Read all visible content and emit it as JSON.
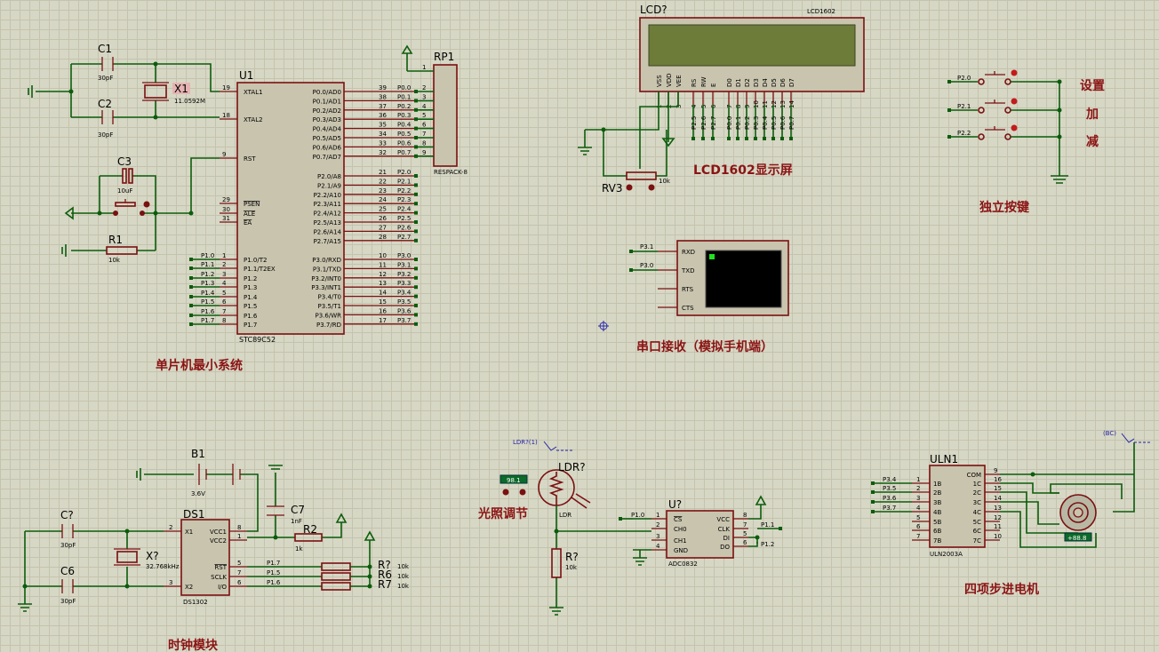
{
  "section_titles": {
    "mcu": "单片机最小系统",
    "lcd": "LCD1602显示屏",
    "keys": "独立按键",
    "serial": "串口接收（模拟手机端）",
    "light": "光照调节",
    "clock": "时钟模块",
    "motor": "四项步进电机"
  },
  "key_labels": [
    "设置",
    "加",
    "减"
  ],
  "mcu": {
    "ref": "U1",
    "part": "STC89C52",
    "left_pins": [
      {
        "num": "19",
        "name": "XTAL1"
      },
      {
        "num": "18",
        "name": "XTAL2"
      },
      {
        "num": "9",
        "name": "RST"
      },
      {
        "num": "29",
        "name": "PSEN"
      },
      {
        "num": "30",
        "name": "ALE"
      },
      {
        "num": "31",
        "name": "EA"
      },
      {
        "num": "1",
        "name": "P1.0/T2"
      },
      {
        "num": "2",
        "name": "P1.1/T2EX"
      },
      {
        "num": "3",
        "name": "P1.2"
      },
      {
        "num": "4",
        "name": "P1.3"
      },
      {
        "num": "5",
        "name": "P1.4"
      },
      {
        "num": "6",
        "name": "P1.5"
      },
      {
        "num": "7",
        "name": "P1.6"
      },
      {
        "num": "8",
        "name": "P1.7"
      }
    ],
    "left_nets": [
      "P1.0",
      "P1.1",
      "P1.2",
      "P1.3",
      "P1.4",
      "P1.5",
      "P1.6",
      "P1.7"
    ],
    "right_pins": [
      {
        "num": "39",
        "name": "P0.0/AD0",
        "net": "P0.0"
      },
      {
        "num": "38",
        "name": "P0.1/AD1",
        "net": "P0.1"
      },
      {
        "num": "37",
        "name": "P0.2/AD2",
        "net": "P0.2"
      },
      {
        "num": "36",
        "name": "P0.3/AD3",
        "net": "P0.3"
      },
      {
        "num": "35",
        "name": "P0.4/AD4",
        "net": "P0.4"
      },
      {
        "num": "34",
        "name": "P0.5/AD5",
        "net": "P0.5"
      },
      {
        "num": "33",
        "name": "P0.6/AD6",
        "net": "P0.6"
      },
      {
        "num": "32",
        "name": "P0.7/AD7",
        "net": "P0.7"
      },
      {
        "num": "21",
        "name": "P2.0/A8",
        "net": "P2.0"
      },
      {
        "num": "22",
        "name": "P2.1/A9",
        "net": "P2.1"
      },
      {
        "num": "23",
        "name": "P2.2/A10",
        "net": "P2.2"
      },
      {
        "num": "24",
        "name": "P2.3/A11",
        "net": "P2.3"
      },
      {
        "num": "25",
        "name": "P2.4/A12",
        "net": "P2.4"
      },
      {
        "num": "26",
        "name": "P2.5/A13",
        "net": "P2.5"
      },
      {
        "num": "27",
        "name": "P2.6/A14",
        "net": "P2.6"
      },
      {
        "num": "28",
        "name": "P2.7/A15",
        "net": "P2.7"
      },
      {
        "num": "10",
        "name": "P3.0/RXD",
        "net": "P3.0"
      },
      {
        "num": "11",
        "name": "P3.1/TXD",
        "net": "P3.1"
      },
      {
        "num": "12",
        "name": "P3.2/INT0",
        "net": "P3.2"
      },
      {
        "num": "13",
        "name": "P3.3/INT1",
        "net": "P3.3"
      },
      {
        "num": "14",
        "name": "P3.4/T0",
        "net": "P3.4"
      },
      {
        "num": "15",
        "name": "P3.5/T1",
        "net": "P3.5"
      },
      {
        "num": "16",
        "name": "P3.6/WR",
        "net": "P3.6"
      },
      {
        "num": "17",
        "name": "P3.7/RD",
        "net": "P3.7"
      }
    ]
  },
  "mcu_parts": {
    "c1": "C1",
    "c1_val": "30pF",
    "c2": "C2",
    "c2_val": "30pF",
    "x1": "X1",
    "x1_val": "11.0592M",
    "c3": "C3",
    "c3_val": "10uF",
    "r1": "R1",
    "r1_val": "10k"
  },
  "rp1": {
    "ref": "RP1",
    "part": "RESPACK-8",
    "pins": [
      "1",
      "2",
      "3",
      "4",
      "5",
      "6",
      "7",
      "8",
      "9"
    ]
  },
  "lcd": {
    "ref": "LCD?",
    "part": "LCD1602",
    "pins": [
      "VSS",
      "VDD",
      "VEE",
      "RS",
      "RW",
      "E",
      "D0",
      "D1",
      "D2",
      "D3",
      "D4",
      "D5",
      "D6",
      "D7"
    ],
    "pin_nums": [
      "1",
      "2",
      "3",
      "4",
      "5",
      "6",
      "7",
      "8",
      "9",
      "10",
      "11",
      "12",
      "13",
      "14"
    ],
    "nets": [
      "P2.5",
      "P2.6",
      "P2.7",
      "P0.0",
      "P0.1",
      "P0.2",
      "P0.3",
      "P0.4",
      "P0.5",
      "P0.6",
      "P0.7"
    ],
    "rv": "RV3",
    "rv_val": "10k"
  },
  "keys": {
    "nets": [
      "P2.0",
      "P2.1",
      "P2.2"
    ]
  },
  "terminal": {
    "pins": [
      "RXD",
      "TXD",
      "RTS",
      "CTS"
    ],
    "nets": [
      "P3.1",
      "P3.0"
    ]
  },
  "clock": {
    "ref": "DS1",
    "part": "DS1302",
    "left_pins": [
      {
        "num": "2",
        "name": "X1"
      },
      {
        "num": "3",
        "name": "X2"
      }
    ],
    "right_pins": [
      {
        "num": "8",
        "name": "VCC1"
      },
      {
        "num": "1",
        "name": "VCC2"
      },
      {
        "num": "5",
        "name": "RST"
      },
      {
        "num": "7",
        "name": "SCLK"
      },
      {
        "num": "6",
        "name": "I/O"
      }
    ],
    "nets": [
      "P1.7",
      "P1.5",
      "P1.6"
    ],
    "b1": "B1",
    "b1_val": "3.6V",
    "c7": "C7",
    "c7_val": "1nF",
    "r2": "R2",
    "r2_val": "1k",
    "cq": "C?",
    "cq_val": "30pF",
    "c6": "C6",
    "c6_val": "30pF",
    "xq": "X?",
    "xq_val": "32.768kHz",
    "rr": [
      "R?",
      "R6",
      "R7"
    ],
    "rr_val": "10k"
  },
  "light": {
    "probe": "LDR?(1)",
    "meter": "98.1",
    "ldr": "LDR?",
    "ldr_part": "LDR",
    "r": "R?",
    "r_val": "10k",
    "adc": "U?",
    "adc_part": "ADC0832",
    "adc_left": [
      {
        "num": "1",
        "name": "CS"
      },
      {
        "num": "2",
        "name": "CH0"
      },
      {
        "num": "3",
        "name": "CH1"
      },
      {
        "num": "4",
        "name": "GND"
      }
    ],
    "adc_right": [
      {
        "num": "8",
        "name": "VCC"
      },
      {
        "num": "7",
        "name": "CLK"
      },
      {
        "num": "5",
        "name": "DI"
      },
      {
        "num": "6",
        "name": "DO"
      }
    ],
    "nets": [
      "P1.0",
      "P1.1",
      "P1.2"
    ]
  },
  "motor": {
    "ref": "ULN1",
    "part": "ULN2003A",
    "probe": "(BC)",
    "left_pins": [
      {
        "num": "1",
        "name": "1B"
      },
      {
        "num": "2",
        "name": "2B"
      },
      {
        "num": "3",
        "name": "3B"
      },
      {
        "num": "4",
        "name": "4B"
      },
      {
        "num": "5",
        "name": "5B"
      },
      {
        "num": "6",
        "name": "6B"
      },
      {
        "num": "7",
        "name": "7B"
      }
    ],
    "right_pins": [
      {
        "num": "9",
        "name": "COM"
      },
      {
        "num": "16",
        "name": "1C"
      },
      {
        "num": "15",
        "name": "2C"
      },
      {
        "num": "14",
        "name": "3C"
      },
      {
        "num": "13",
        "name": "4C"
      },
      {
        "num": "12",
        "name": "5C"
      },
      {
        "num": "11",
        "name": "6C"
      },
      {
        "num": "10",
        "name": "7C"
      }
    ],
    "nets": [
      "P3.4",
      "P3.5",
      "P3.6",
      "P3.7"
    ],
    "meter": "+88.8"
  },
  "colors": {
    "wire": "#0b5d0b",
    "component": "#7a1010",
    "body": "#c9c4ae",
    "title": "#8b1414",
    "grid": "#c3c3ae"
  }
}
